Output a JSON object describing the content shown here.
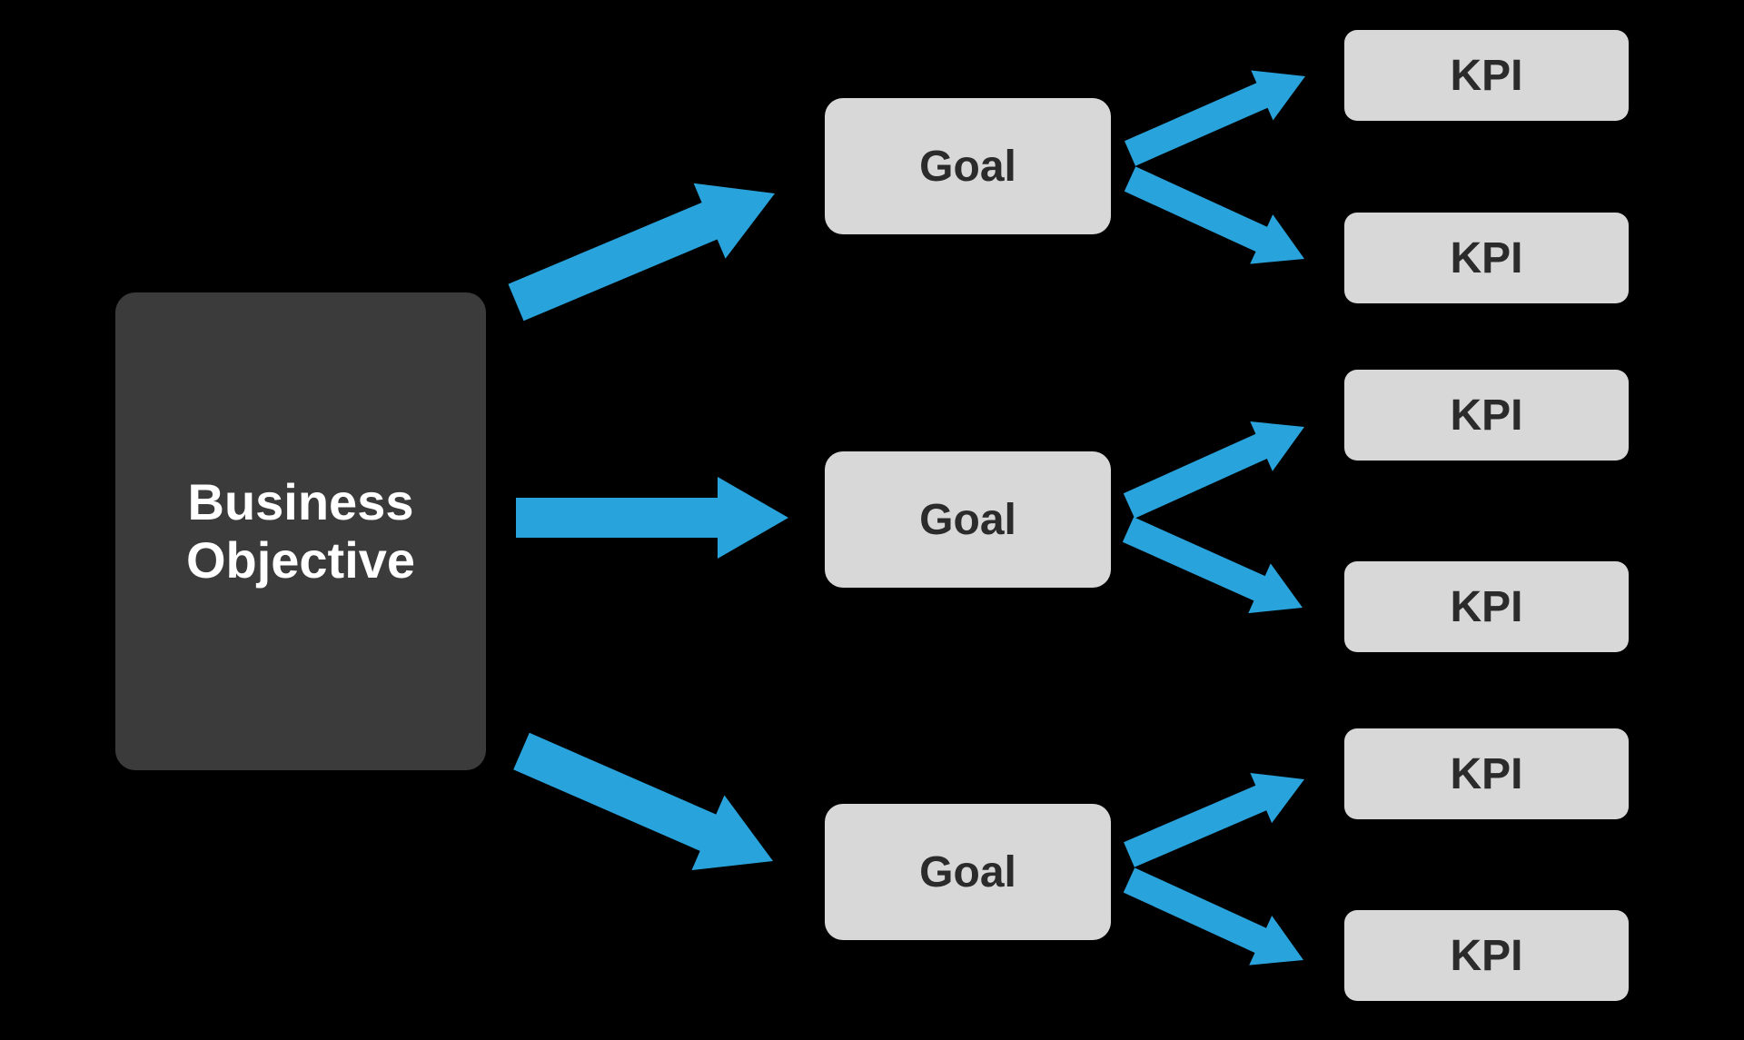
{
  "diagram": {
    "title": "",
    "colors": {
      "background": "#000000",
      "arrow": "#29A3DB",
      "objective_box": "#3B3B3B",
      "objective_text": "#FFFFFF",
      "goal_kpi_box": "#D8D8D8",
      "goal_kpi_text": "#2B2B2B"
    },
    "nodes": {
      "objective": {
        "id": "business-objective",
        "label": "Business Objective"
      },
      "goals": [
        {
          "id": "goal-1",
          "label": "Goal"
        },
        {
          "id": "goal-2",
          "label": "Goal"
        },
        {
          "id": "goal-3",
          "label": "Goal"
        }
      ],
      "kpis": [
        {
          "id": "kpi-1",
          "label": "KPI"
        },
        {
          "id": "kpi-2",
          "label": "KPI"
        },
        {
          "id": "kpi-3",
          "label": "KPI"
        },
        {
          "id": "kpi-4",
          "label": "KPI"
        },
        {
          "id": "kpi-5",
          "label": "KPI"
        },
        {
          "id": "kpi-6",
          "label": "KPI"
        }
      ]
    },
    "connections": [
      {
        "from": "business-objective",
        "to": "goal-1"
      },
      {
        "from": "business-objective",
        "to": "goal-2"
      },
      {
        "from": "business-objective",
        "to": "goal-3"
      },
      {
        "from": "goal-1",
        "to": "kpi-1"
      },
      {
        "from": "goal-1",
        "to": "kpi-2"
      },
      {
        "from": "goal-2",
        "to": "kpi-3"
      },
      {
        "from": "goal-2",
        "to": "kpi-4"
      },
      {
        "from": "goal-3",
        "to": "kpi-5"
      },
      {
        "from": "goal-3",
        "to": "kpi-6"
      }
    ]
  }
}
